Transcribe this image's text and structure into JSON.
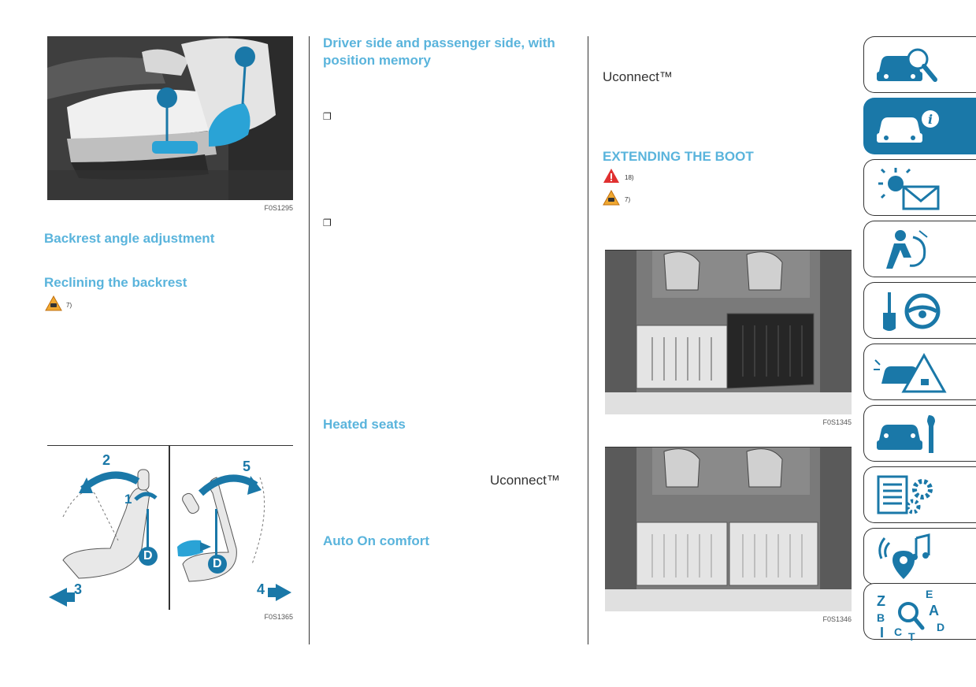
{
  "colors": {
    "accent": "#5ab4dc",
    "tab_active": "#1a78a8",
    "tab_icon": "#1a78a8"
  },
  "col1": {
    "seat_photo_caption": "F0S1295",
    "backrest_heading": "Backrest angle adjustment",
    "reclining_heading": "Reclining the backrest",
    "reclining_ref": "7)",
    "diagram_caption": "F0S1365",
    "diagram_labels": {
      "n1": "1",
      "n2": "2",
      "n3": "3",
      "n4": "4",
      "n5": "5",
      "d_left": "D",
      "d_right": "D"
    }
  },
  "col2": {
    "heading": "Driver side and passenger side, with position memory",
    "bullet_1": "❐",
    "bullet_2": "❐",
    "heated_heading": "Heated seats",
    "uconnect_text": "Uconnect™",
    "auto_on_heading": "Auto On comfort"
  },
  "col3": {
    "uconnect_text": "Uconnect™",
    "boot_heading": "EXTENDING THE BOOT",
    "warning_ref": "18)",
    "caution_ref": "7)",
    "boot_photo_1_caption": "F0S1345",
    "boot_photo_2_caption": "F0S1346"
  },
  "tabs": [
    {
      "icon": "car-search-icon",
      "active": false
    },
    {
      "icon": "car-info-icon",
      "active": true
    },
    {
      "icon": "light-message-icon",
      "active": false
    },
    {
      "icon": "airbag-seat-icon",
      "active": false
    },
    {
      "icon": "key-steering-icon",
      "active": false
    },
    {
      "icon": "car-warning-icon",
      "active": false
    },
    {
      "icon": "car-wrench-icon",
      "active": false
    },
    {
      "icon": "list-gears-icon",
      "active": false
    },
    {
      "icon": "music-nav-icon",
      "active": false
    },
    {
      "icon": "alphabet-index-icon",
      "active": false
    }
  ],
  "index_letters": {
    "z": "Z",
    "e": "E",
    "b": "B",
    "a": "A",
    "i": "I",
    "c": "C",
    "t": "T",
    "d": "D"
  }
}
